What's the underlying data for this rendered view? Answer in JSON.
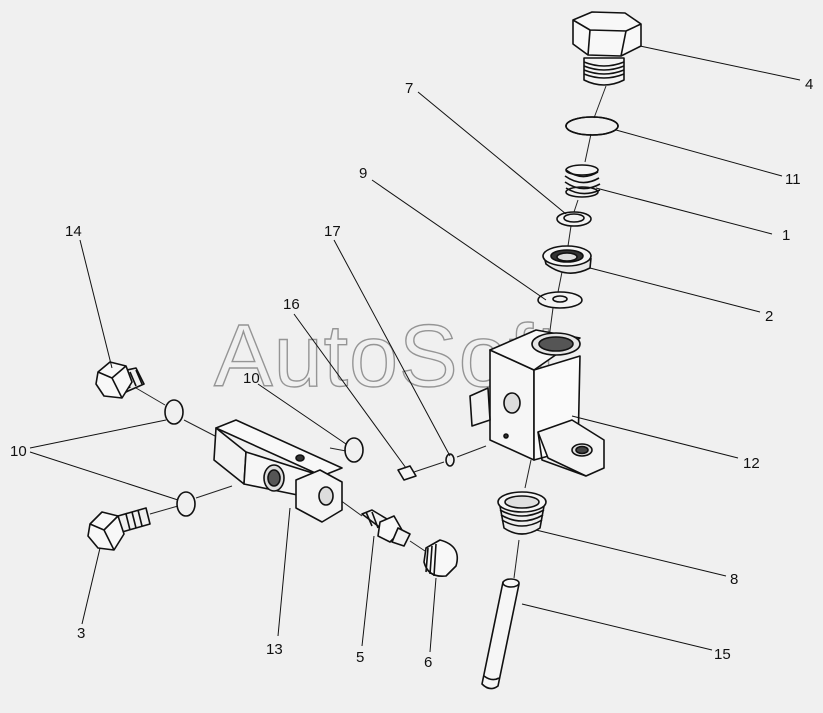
{
  "diagram": {
    "watermark": "AutoSoft",
    "callouts": [
      {
        "id": "c1",
        "label": "1"
      },
      {
        "id": "c2",
        "label": "2"
      },
      {
        "id": "c3",
        "label": "3"
      },
      {
        "id": "c4",
        "label": "4"
      },
      {
        "id": "c5",
        "label": "5"
      },
      {
        "id": "c6",
        "label": "6"
      },
      {
        "id": "c7",
        "label": "7"
      },
      {
        "id": "c8",
        "label": "8"
      },
      {
        "id": "c9",
        "label": "9"
      },
      {
        "id": "c10a",
        "label": "10"
      },
      {
        "id": "c10b",
        "label": "10"
      },
      {
        "id": "c11",
        "label": "11"
      },
      {
        "id": "c12",
        "label": "12"
      },
      {
        "id": "c13",
        "label": "13"
      },
      {
        "id": "c14",
        "label": "14"
      },
      {
        "id": "c15",
        "label": "15"
      },
      {
        "id": "c16",
        "label": "16"
      },
      {
        "id": "c17",
        "label": "17"
      }
    ]
  }
}
